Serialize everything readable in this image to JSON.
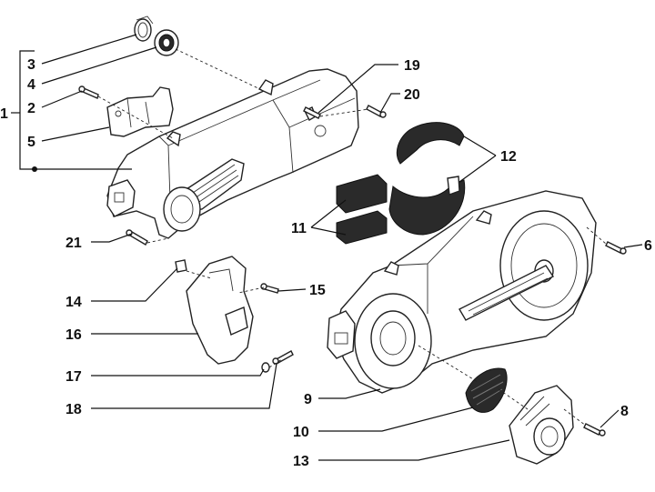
{
  "callouts": {
    "c1": "1",
    "c2": "2",
    "c3": "3",
    "c4": "4",
    "c5": "5",
    "c6": "6",
    "c8": "8",
    "c9": "9",
    "c10": "10",
    "c11": "11",
    "c12": "12",
    "c13": "13",
    "c14": "14",
    "c15": "15",
    "c16": "16",
    "c17": "17",
    "c18": "18",
    "c19": "19",
    "c20": "20",
    "c21": "21"
  }
}
